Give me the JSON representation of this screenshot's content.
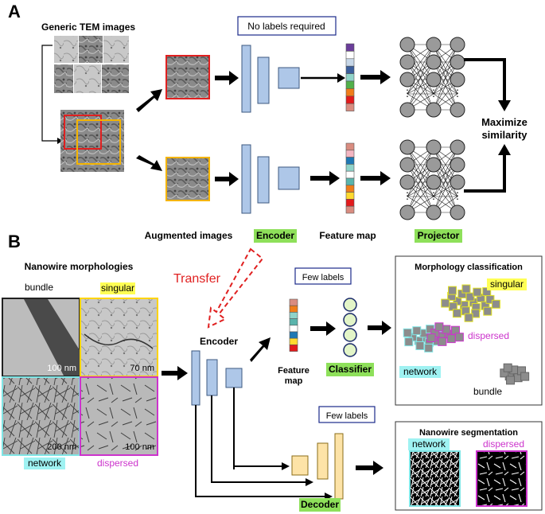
{
  "panel_a": {
    "label": "A",
    "generic_tem_title": "Generic TEM images",
    "no_labels_box": "No labels required",
    "maximize_line1": "Maximize",
    "maximize_line2": "similarity",
    "augmented_images_label": "Augmented images",
    "encoder_label": "Encoder",
    "feature_map_label": "Feature map",
    "projector_label": "Projector",
    "top_feature_colors": [
      "#6a3d9a",
      "#ffffff",
      "#c7d7e8",
      "#3b5e9c",
      "#8fd3c9",
      "#52b04a",
      "#f07d1a",
      "#e31a1c",
      "#d98c80"
    ],
    "bottom_feature_colors": [
      "#d98c80",
      "#f4b6c2",
      "#1f78b4",
      "#8fd3c9",
      "#ffffff",
      "#5ab4ac",
      "#f07d1a",
      "#ffd92f",
      "#e31a1c",
      "#d98c80"
    ]
  },
  "panel_b": {
    "label": "B",
    "morphologies_title": "Nanowire morphologies",
    "bundle": "bundle",
    "singular": "singular",
    "network": "network",
    "dispersed": "dispersed",
    "scale_100_a": "100 nm",
    "scale_70": "70 nm",
    "scale_200": "200 nm",
    "scale_100_b": "100 nm",
    "transfer": "Transfer",
    "encoder": "Encoder",
    "few_labels_top": "Few labels",
    "few_labels_bottom": "Few labels",
    "feature_line1": "Feature",
    "feature_line2": "map",
    "classifier": "Classifier",
    "decoder": "Decoder",
    "morph_class_title": "Morphology classification",
    "cls_singular": "singular",
    "cls_dispersed": "dispersed",
    "cls_network": "network",
    "cls_bundle": "bundle",
    "seg_title": "Nanowire segmentation",
    "seg_network": "network",
    "seg_dispersed": "dispersed",
    "feature_colors": [
      "#d98c80",
      "#f07d1a",
      "#8fd3c9",
      "#5ab4ac",
      "#ffffff",
      "#1f78b4",
      "#ffd92f",
      "#e31a1c"
    ]
  },
  "colors": {
    "block_fill": "#aec7e8",
    "decoder_fill": "#fde3a7",
    "label_green": "#8ee05a",
    "yellow_hl": "#ffff55",
    "cyan_hl": "#9ff2f2",
    "magenta": "#cc33cc",
    "red": "#e02020",
    "orange": "#f4b400",
    "node_gray": "#9a9a9a"
  }
}
